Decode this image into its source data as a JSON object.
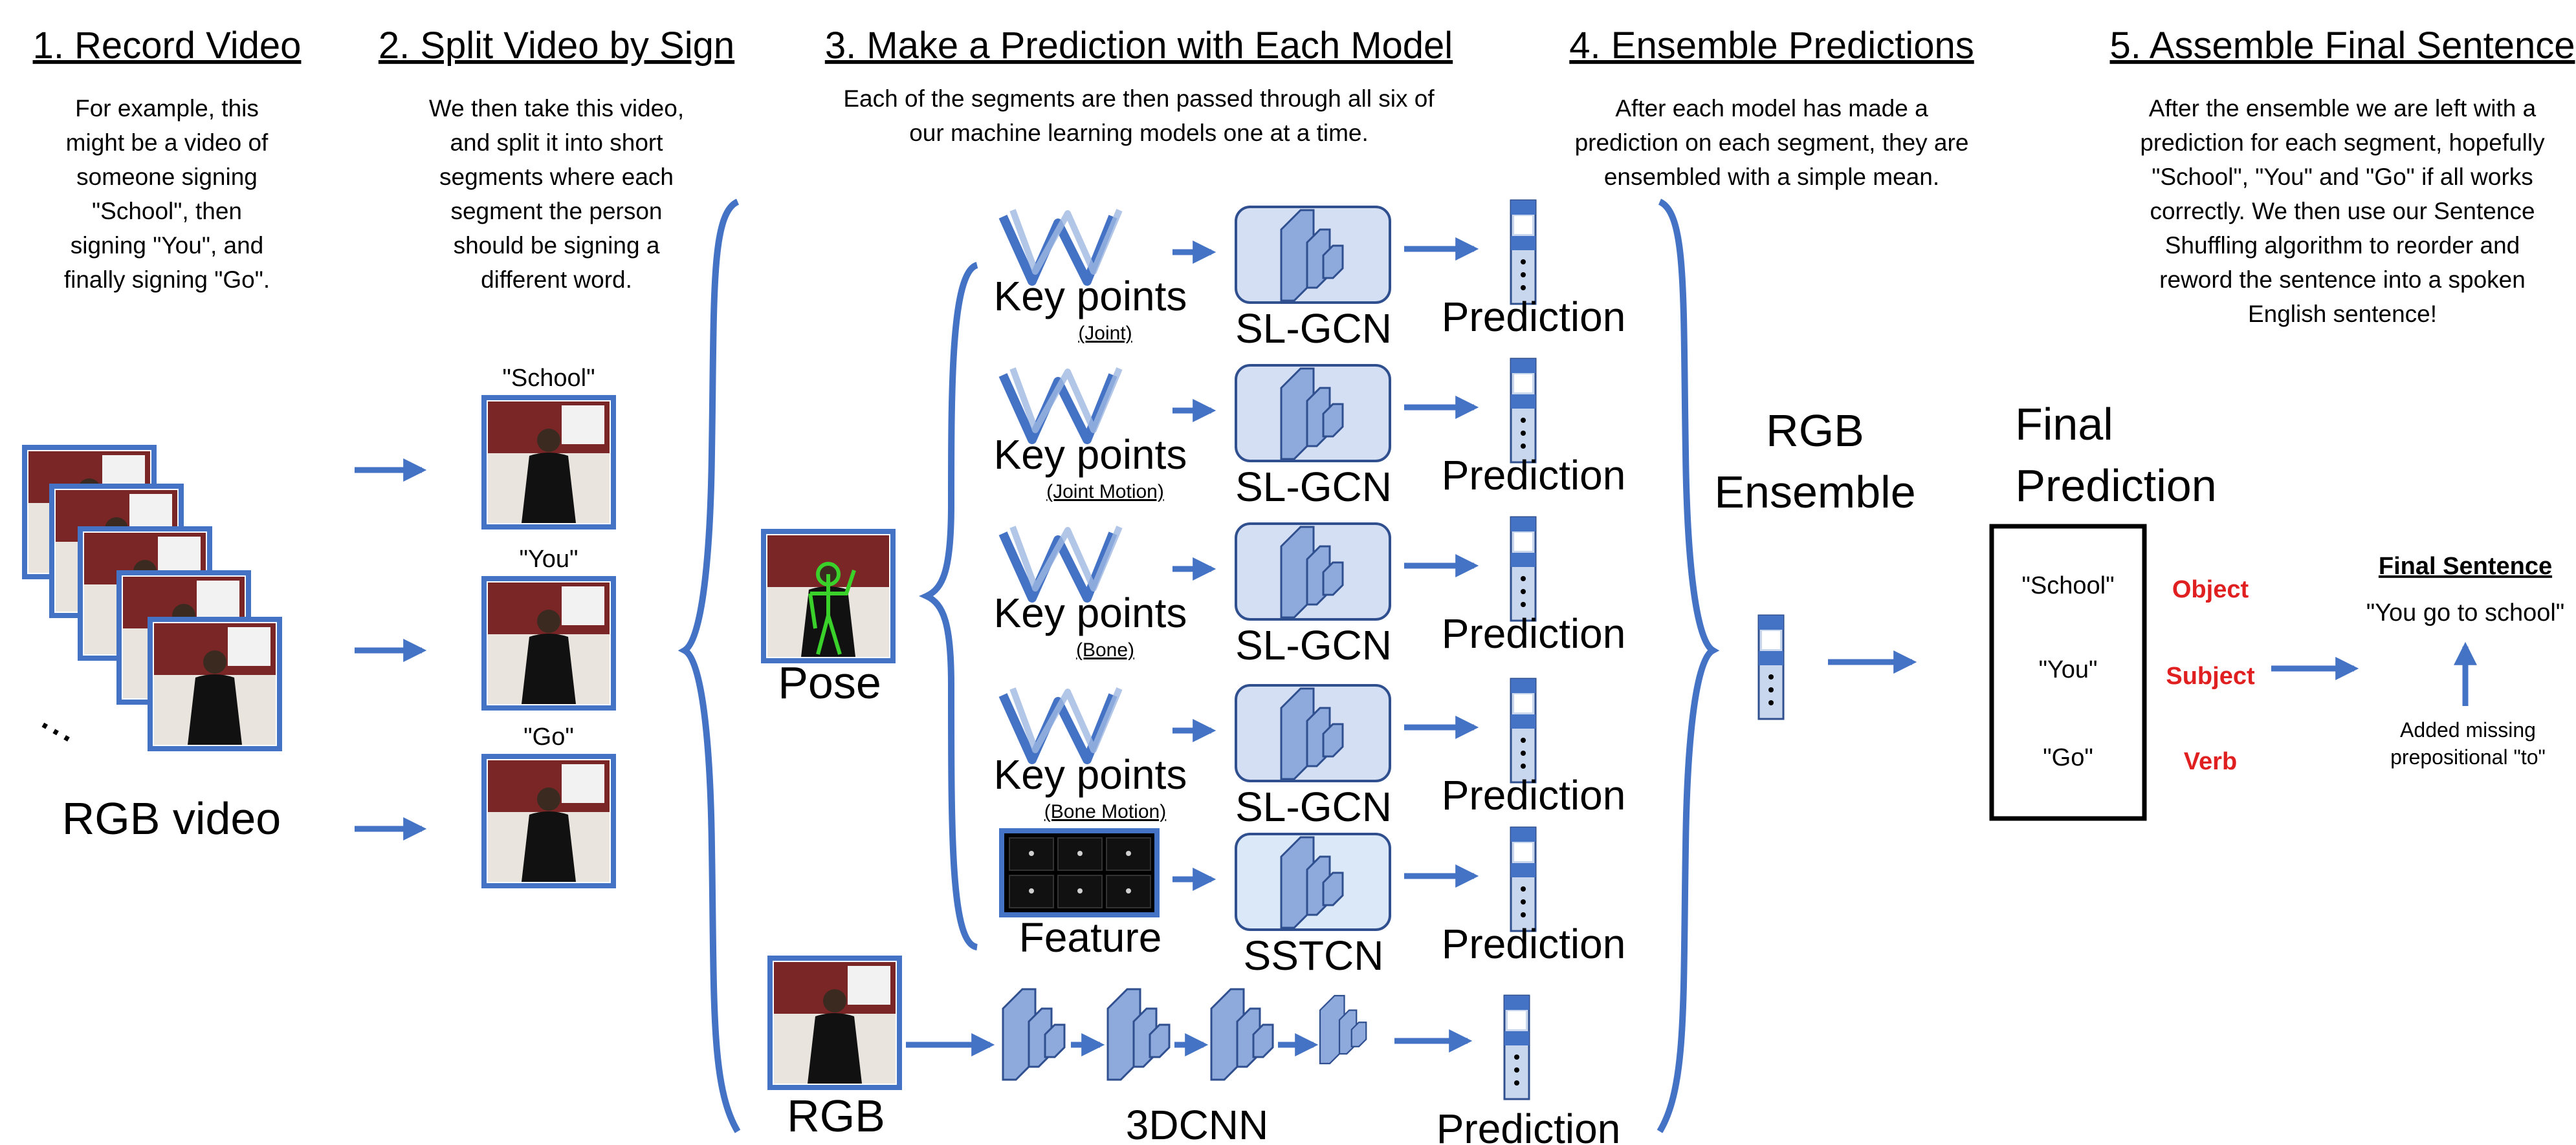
{
  "steps": [
    {
      "title": "1. Record Video",
      "desc": [
        "For example, this",
        "might be a video of",
        "someone signing",
        "\"School\", then",
        "signing \"You\", and",
        "finally signing \"Go\"."
      ]
    },
    {
      "title": "2. Split Video by Sign",
      "desc": [
        "We then take this video,",
        "and split it into short",
        "segments where each",
        "segment the person",
        "should be signing a",
        "different word."
      ]
    },
    {
      "title": "3. Make a Prediction with Each Model",
      "desc": [
        "Each of the segments are then passed through all six of",
        "our machine learning models one at a time."
      ]
    },
    {
      "title": "4. Ensemble Predictions",
      "desc": [
        "After each model has made a",
        "prediction on each segment, they are",
        "ensembled with a simple mean."
      ]
    },
    {
      "title": "5. Assemble Final Sentence",
      "desc": [
        "After the ensemble we are left with a",
        "prediction for each segment, hopefully",
        "\"School\", \"You\" and \"Go\" if all works",
        "correctly. We then use our Sentence",
        "Shuffling algorithm to reorder and",
        "reword the sentence into a spoken",
        "English sentence!"
      ]
    }
  ],
  "record": {
    "label": "RGB video",
    "ellipsis": "..."
  },
  "segments": [
    "\"School\"",
    "\"You\"",
    "\"Go\""
  ],
  "pose_label": "Pose",
  "rgb_label": "RGB",
  "models": [
    {
      "input": "Key points",
      "sub": "(Joint)",
      "model": "SL-GCN",
      "output": "Prediction"
    },
    {
      "input": "Key points",
      "sub": "(Joint Motion)",
      "model": "SL-GCN",
      "output": "Prediction"
    },
    {
      "input": "Key points",
      "sub": "(Bone)",
      "model": "SL-GCN",
      "output": "Prediction"
    },
    {
      "input": "Key points",
      "sub": "(Bone Motion)",
      "model": "SL-GCN",
      "output": "Prediction"
    },
    {
      "input": "Feature",
      "sub": "",
      "model": "SSTCN",
      "output": "Prediction"
    },
    {
      "input": "",
      "sub": "",
      "model": "3DCNN",
      "output": "Prediction"
    }
  ],
  "ensemble": {
    "line1": "RGB",
    "line2": "Ensemble"
  },
  "final_prediction": {
    "line1": "Final",
    "line2": "Prediction",
    "words": [
      "\"School\"",
      "\"You\"",
      "\"Go\""
    ],
    "roles": [
      "Object",
      "Subject",
      "Verb"
    ]
  },
  "final_sentence": {
    "title": "Final Sentence",
    "text": "\"You go to school\"",
    "note": [
      "Added missing",
      "prepositional \"to\""
    ]
  },
  "colors": {
    "accent": "#4472c4",
    "role": "#e02020",
    "block": "#8ea9db"
  }
}
